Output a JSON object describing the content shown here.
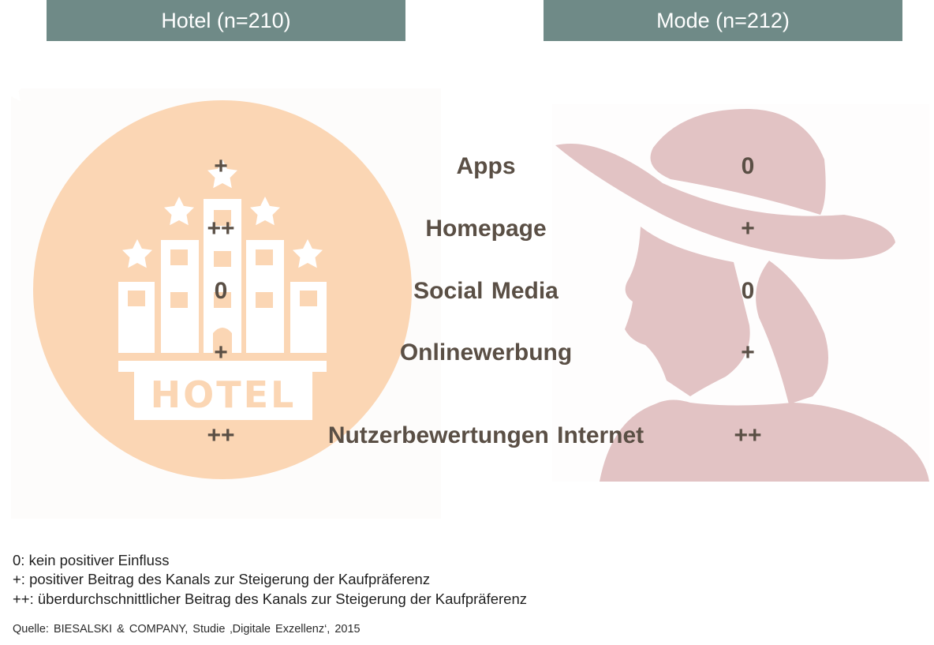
{
  "headers": {
    "hotel": "Hotel (n=210)",
    "mode": "Mode (n=212)"
  },
  "illustrations": {
    "hotel": {
      "icon": "hotel-building-icon",
      "sign_text": "HOTEL",
      "color": "#fbd6b4"
    },
    "mode": {
      "icon": "woman-with-hat-icon",
      "color": "#e2c3c4"
    }
  },
  "rows": [
    {
      "hotel": "+",
      "channel": "Apps",
      "mode": "0"
    },
    {
      "hotel": "++",
      "channel": "Homepage",
      "mode": "+"
    },
    {
      "hotel": "0",
      "channel": "Social Media",
      "mode": "0"
    },
    {
      "hotel": "+",
      "channel": "Onlinewerbung",
      "mode": "+"
    },
    {
      "hotel": "++",
      "channel": "Nutzerbewertungen Internet",
      "mode": "++"
    }
  ],
  "legend": [
    "0: kein positiver Einfluss",
    "+: positiver Beitrag des Kanals zur Steigerung der Kaufpräferenz",
    "++: überdurchschnittlicher Beitrag des Kanals zur Steigerung der Kaufpräferenz"
  ],
  "source": "Quelle: BIESALSKI & COMPANY, Studie ‚Digitale Exzellenz‘, 2015",
  "colors": {
    "header_bg": "#6f8a87",
    "header_text": "#ffffff",
    "table_text": "#5a4f45"
  }
}
